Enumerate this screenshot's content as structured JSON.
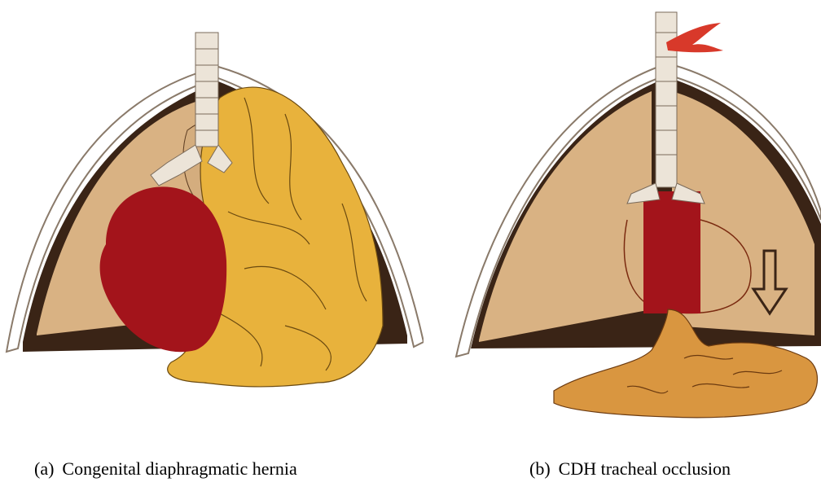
{
  "figure": {
    "panels": [
      {
        "letter": "(a)",
        "caption": "Congenital diaphragmatic hernia"
      },
      {
        "letter": "(b)",
        "caption": "CDH tracheal occlusion"
      }
    ]
  },
  "colors": {
    "lung": "#d9b283",
    "cavity": "#3a2416",
    "bowel": "#e8b23c",
    "heart": "#a3141b",
    "trachea": "#ece4d8",
    "bowel_b": "#d99640",
    "occlusion": "#d8392a"
  }
}
